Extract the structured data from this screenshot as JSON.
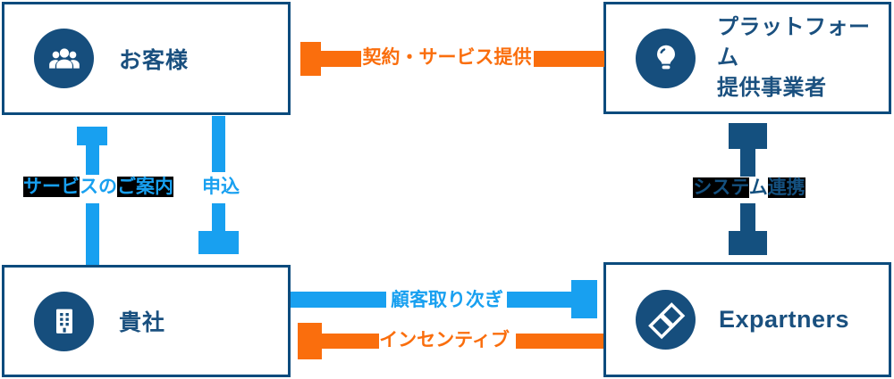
{
  "colors": {
    "navy": "#14507f",
    "light_blue": "#18a0f0",
    "orange": "#fa6e0d",
    "label_highlight": "#000000",
    "box_background": "#ffffff"
  },
  "boxes": {
    "customer": {
      "label": "お客様",
      "icon": "people-icon"
    },
    "platform": {
      "label_line1": "プラットフォーム",
      "label_line2": "提供事業者",
      "icon": "lightbulb-icon"
    },
    "company": {
      "label": "貴社",
      "icon": "building-icon"
    },
    "expartners": {
      "label": "Expartners",
      "icon": "expartners-logo-icon"
    }
  },
  "arrows": {
    "contract_service": {
      "label": "契約・サービス提供",
      "direction": "left",
      "color": "orange"
    },
    "service_guide": {
      "direction": "up",
      "color": "light_blue",
      "segments": [
        {
          "t": "サービ",
          "hl": true
        },
        {
          "t": "スの",
          "hl": false
        },
        {
          "t": "ご案内",
          "hl": true
        }
      ]
    },
    "application": {
      "label": "申込",
      "direction": "down",
      "color": "light_blue"
    },
    "system_link": {
      "direction": "both",
      "color": "navy",
      "segments": [
        {
          "t": "システ",
          "hl": true
        },
        {
          "t": "ム",
          "hl": false
        },
        {
          "t": "連携",
          "hl": true
        }
      ]
    },
    "customer_referral": {
      "label": "顧客取り次ぎ",
      "direction": "right",
      "color": "light_blue"
    },
    "incentive": {
      "label": "インセンティブ",
      "direction": "left",
      "color": "orange"
    }
  }
}
